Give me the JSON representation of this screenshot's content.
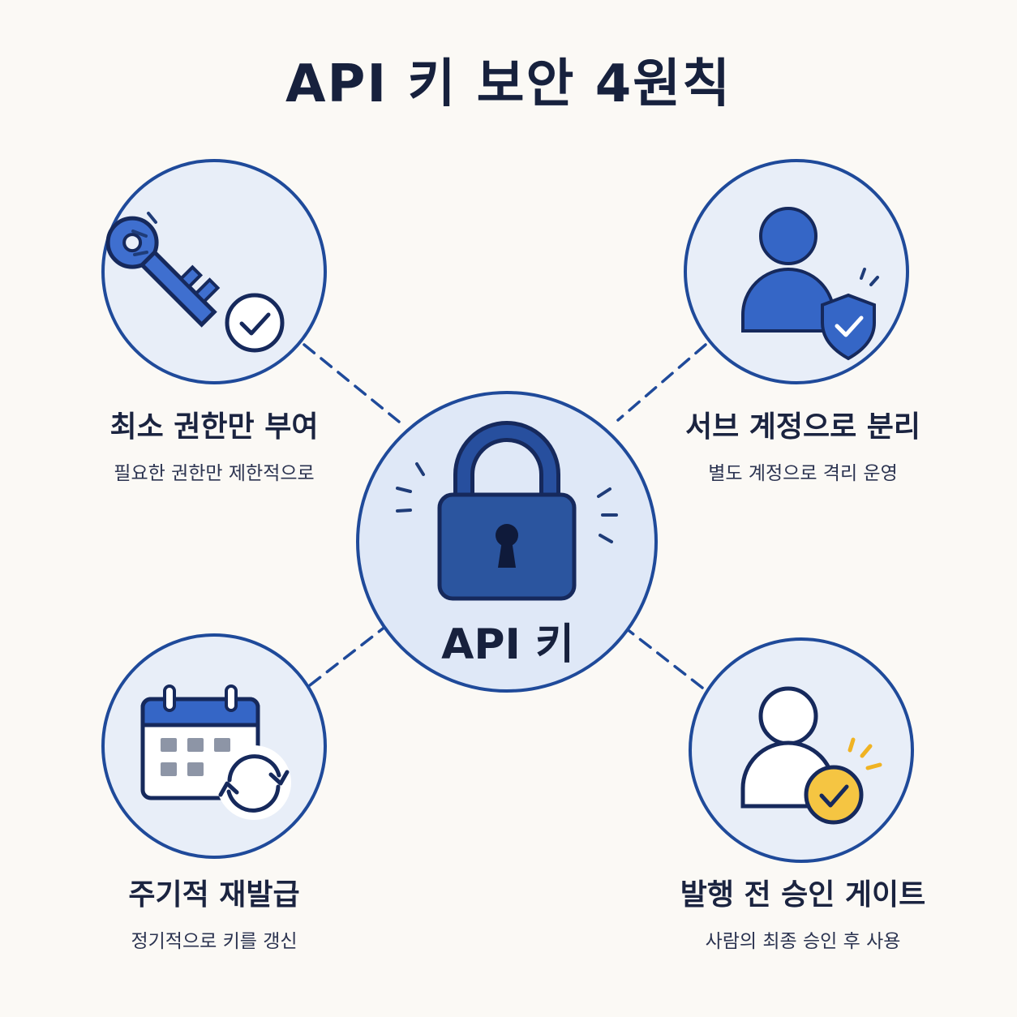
{
  "title": "API 키 보안 4원칙",
  "center": {
    "label": "API 키",
    "icon": "padlock-icon"
  },
  "principles": [
    {
      "heading": "최소 권한만 부여",
      "description": "필요한 권한만 제한적으로",
      "icon": "key-check-icon"
    },
    {
      "heading": "서브 계정으로 분리",
      "description": "별도 계정으로 격리 운영",
      "icon": "user-shield-icon"
    },
    {
      "heading": "주기적 재발급",
      "description": "정기적으로 키를 갱신",
      "icon": "calendar-refresh-icon"
    },
    {
      "heading": "발행 전 승인 게이트",
      "description": "사람의 최종 승인 후 사용",
      "icon": "user-approval-icon"
    }
  ],
  "colors": {
    "background": "#fbf9f5",
    "circle_fill": "#e8eef8",
    "center_fill": "#dfe8f7",
    "outline": "#1f4a9a",
    "accent_blue": "#3566c6",
    "accent_yellow": "#f5c542",
    "text": "#1b2440"
  }
}
